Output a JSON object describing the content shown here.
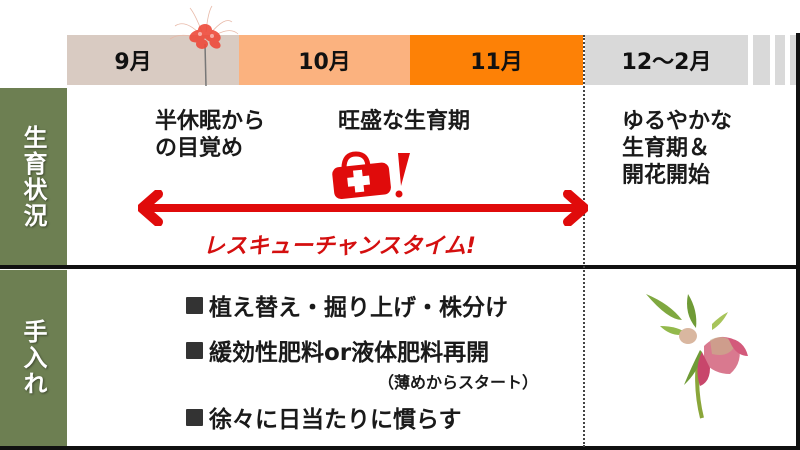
{
  "header": {
    "months": [
      {
        "label": "9月",
        "color": "#d9cbc2"
      },
      {
        "label": "10月",
        "color": "#fbb27f"
      },
      {
        "label": "11月",
        "color": "#fd8106"
      },
      {
        "label": "12〜2月",
        "color": "#d9d9d9"
      }
    ]
  },
  "rows": {
    "growth": {
      "label": "生育状況",
      "stages": [
        {
          "lines": [
            "半休眠から",
            "の目覚め"
          ]
        },
        {
          "lines": [
            "旺盛な生育期"
          ]
        },
        {
          "lines": [
            "ゆるやかな",
            "生育期＆",
            "開花開始"
          ]
        }
      ],
      "rescue": {
        "label": "レスキューチャンスタイム!",
        "icon": "first-aid-kit-icon",
        "color": "#e00b0b"
      }
    },
    "care": {
      "label": "手入れ",
      "tasks": [
        {
          "text": "植え替え・掘り上げ・株分け"
        },
        {
          "text": "緩効性肥料or液体肥料再開",
          "note": "（薄めからスタート）"
        },
        {
          "text": "徐々に日当たりに慣らす"
        }
      ]
    }
  },
  "illustrations": {
    "top": "red-spider-lily-icon",
    "bottom": "hellebore-flower-icon"
  },
  "colors": {
    "label_bg": "#6d7f52",
    "arrow": "#e00b0b"
  }
}
